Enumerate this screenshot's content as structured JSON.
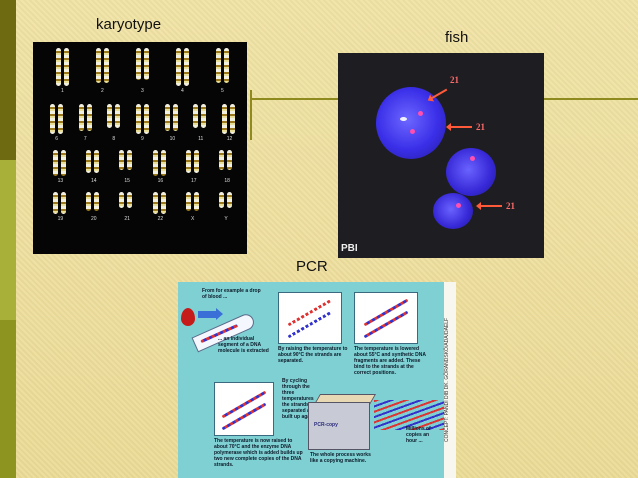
{
  "labels": {
    "karyotype": "karyotype",
    "fish": "fish",
    "pcr": "PCR"
  },
  "karyotype_numbers": [
    "1",
    "2",
    "3",
    "4",
    "5",
    "6",
    "7",
    "8",
    "9",
    "10",
    "11",
    "12",
    "13",
    "14",
    "15",
    "16",
    "17",
    "18",
    "19",
    "20",
    "21",
    "22",
    "X",
    "Y"
  ],
  "fish_panel": {
    "marker": "21",
    "watermark": "PBI"
  },
  "pcr_panel": {
    "step_blood": "From for example a drop of blood ...",
    "step_segment": "... an individual segment of a DNA molecule is extracted",
    "step_heat": "By raising the temperature to about 90°C the strands are separated.",
    "step_cool": "The temperature is lowered about 55°C and synthetic DNA fragments are added. These bind to the strands at the correct positions.",
    "step_cycle": "By cycling through the three temperatures the strands are separated and built up again.",
    "step_polymerase": "The temperature is now raised to about 70°C and the enzyme DNA polymerase which is added builds up two new complete copies of the DNA strands.",
    "machine_label": "PCR-copy",
    "machine_caption": "The whole process works like a copying machine.",
    "millions": "Millions of copies an hour ...",
    "side_caption": "CONCEPT: PANDI DIB DK. GÖRANDSKÖ/ADA/DAELF"
  },
  "colors": {
    "background": "#efe2a2",
    "accent_dark": "#6e6a12",
    "accent_light": "#a8b03a",
    "nucleus": "#3a2fe8",
    "fish_marker": "#ff5a3a",
    "pcr_bg": "#7fd0d2"
  }
}
